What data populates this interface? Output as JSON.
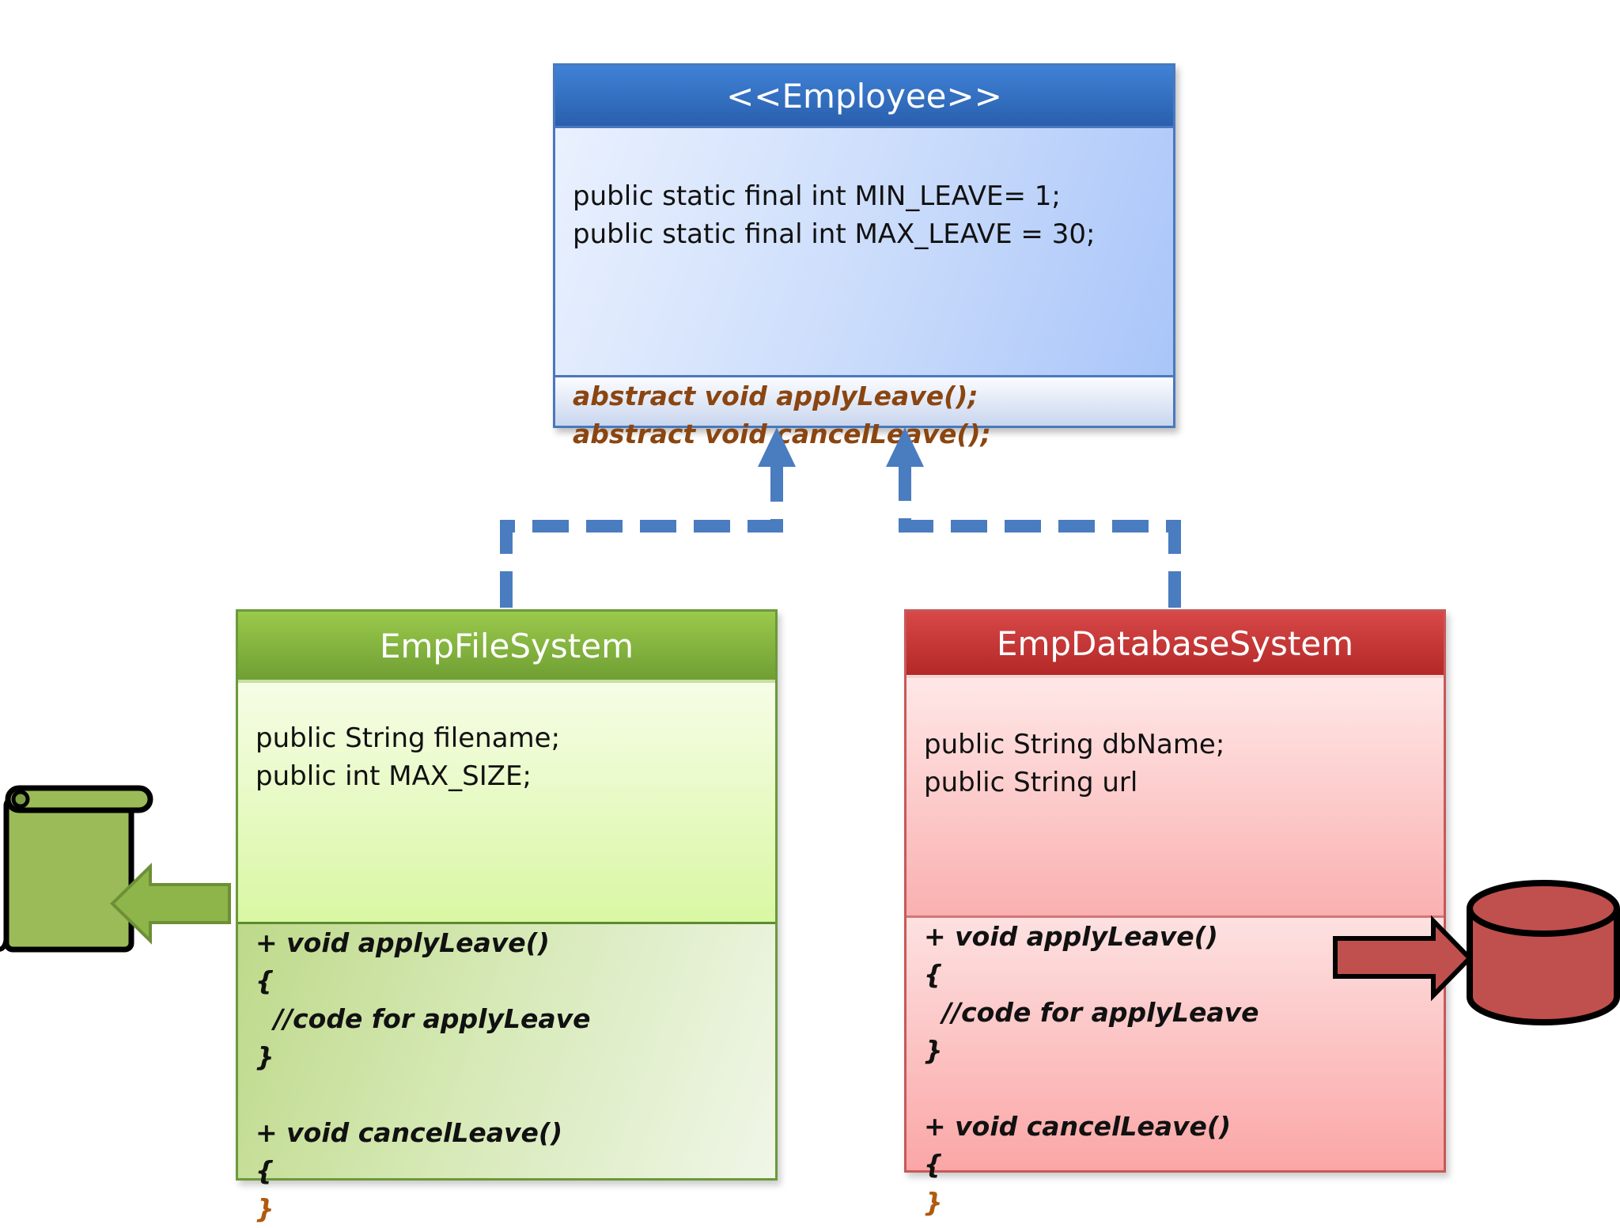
{
  "employee": {
    "title": "<<Employee>>",
    "attributes": [
      "public static final int MIN_LEAVE= 1;",
      "public static final int MAX_LEAVE = 30;"
    ],
    "methods": [
      "abstract void applyLeave();",
      "abstract void cancelLeave();"
    ]
  },
  "file_system": {
    "title": "EmpFileSystem",
    "attributes": [
      "public String filename;",
      "public int MAX_SIZE;"
    ],
    "methods": [
      "+ void applyLeave()",
      "{",
      "  //code for applyLeave",
      "}",
      "",
      "+ void cancelLeave()",
      "{",
      "}"
    ]
  },
  "database_system": {
    "title": "EmpDatabaseSystem",
    "attributes": [
      "public String dbName;",
      "public String url"
    ],
    "methods": [
      "+ void applyLeave()",
      "{",
      "  //code for applyLeave",
      "}",
      "",
      "+ void cancelLeave()",
      "{",
      "}"
    ]
  },
  "colors": {
    "employee_header": "#2f6cc0",
    "file_header": "#86b43f",
    "db_header": "#c43a3a",
    "arrow_blue": "#4a7cc0",
    "file_icon": "#9bbb59",
    "db_icon": "#c0504d"
  },
  "icons": [
    "scroll-file-icon",
    "database-cylinder-icon"
  ]
}
